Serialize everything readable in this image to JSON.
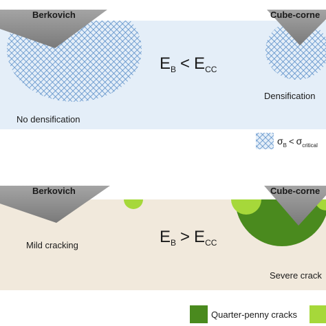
{
  "top_panel": {
    "left_indenter": "Berkovich",
    "right_indenter": "Cube-corne",
    "relation": {
      "e1": "E",
      "s1": "B",
      "op": "<",
      "e2": "E",
      "s2": "CC"
    },
    "left_caption": "No densification",
    "right_caption": "Densification",
    "legend": {
      "sigma1": "σ",
      "sub1": "B",
      "op": "<",
      "sigma2": "σ",
      "sub2": "critical"
    }
  },
  "bottom_panel": {
    "left_indenter": "Berkovich",
    "right_indenter": "Cube-corne",
    "relation": {
      "e1": "E",
      "s1": "B",
      "op": ">",
      "e2": "E",
      "s2": "CC"
    },
    "left_caption": "Mild cracking",
    "right_caption": "Severe crack",
    "legend": {
      "label": "Quarter-penny cracks"
    }
  },
  "colors": {
    "top_bg": "#e4eef8",
    "bottom_bg": "#f1e9dc",
    "hatch": "#5b8fc9",
    "indenter": "#8f8f8f",
    "dark_crack": "#4a8a1e",
    "light_crack": "#a6d83a"
  }
}
